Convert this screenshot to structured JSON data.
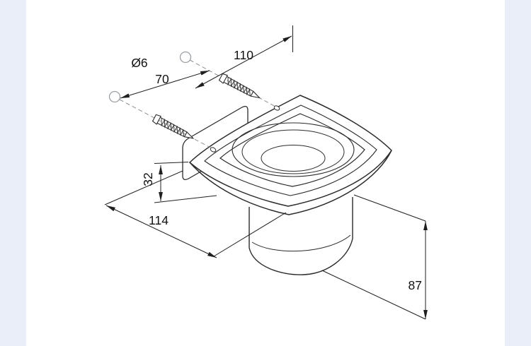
{
  "page": {
    "background_color": "#e9eef9",
    "paper_color": "#ffffff"
  },
  "drawing": {
    "line_color": "#2b2b2b",
    "dimension_color": "#1f1f1f",
    "guide_color": "#8b9097",
    "dimensions": {
      "screw_diameter": "Ø6",
      "dim_110": "110",
      "dim_70": "70",
      "dim_32": "32",
      "dim_114": "114",
      "dim_87": "87"
    }
  }
}
